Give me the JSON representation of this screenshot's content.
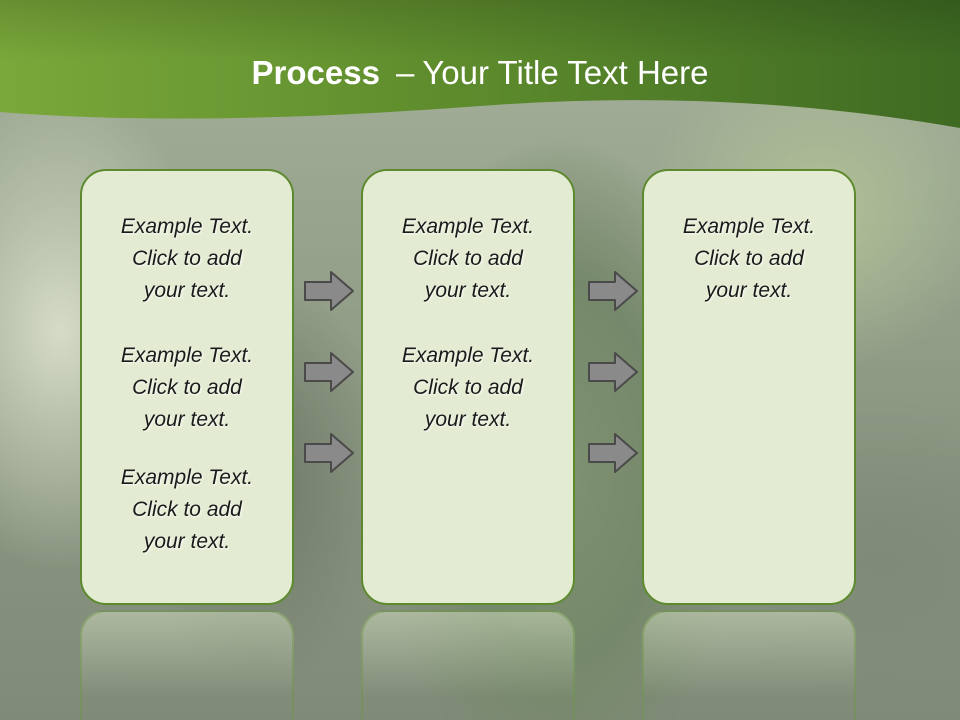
{
  "title": {
    "bold": "Process",
    "dash": "–",
    "rest": "Your Title Text Here"
  },
  "colors": {
    "header_green": "#5c8a2c",
    "box_fill": "#e3ecd2",
    "box_border": "#5e8a2e",
    "arrow_fill": "#8a8a8a"
  },
  "columns": [
    {
      "blocks": [
        {
          "line1": "Example Text.",
          "line2": "Click  to add",
          "line3": "your text."
        },
        {
          "line1": "Example Text.",
          "line2": "Click  to add",
          "line3": "your text."
        },
        {
          "line1": "Example Text.",
          "line2": "Click  to add",
          "line3": "your text."
        }
      ]
    },
    {
      "blocks": [
        {
          "line1": "Example Text.",
          "line2": "Click  to add",
          "line3": "your text."
        },
        {
          "line1": "Example Text.",
          "line2": "Click  to add",
          "line3": "your text."
        }
      ]
    },
    {
      "blocks": [
        {
          "line1": "Example Text.",
          "line2": "Click  to add",
          "line3": "your text."
        }
      ]
    }
  ],
  "icons": {
    "arrow": "right-arrow-icon"
  }
}
